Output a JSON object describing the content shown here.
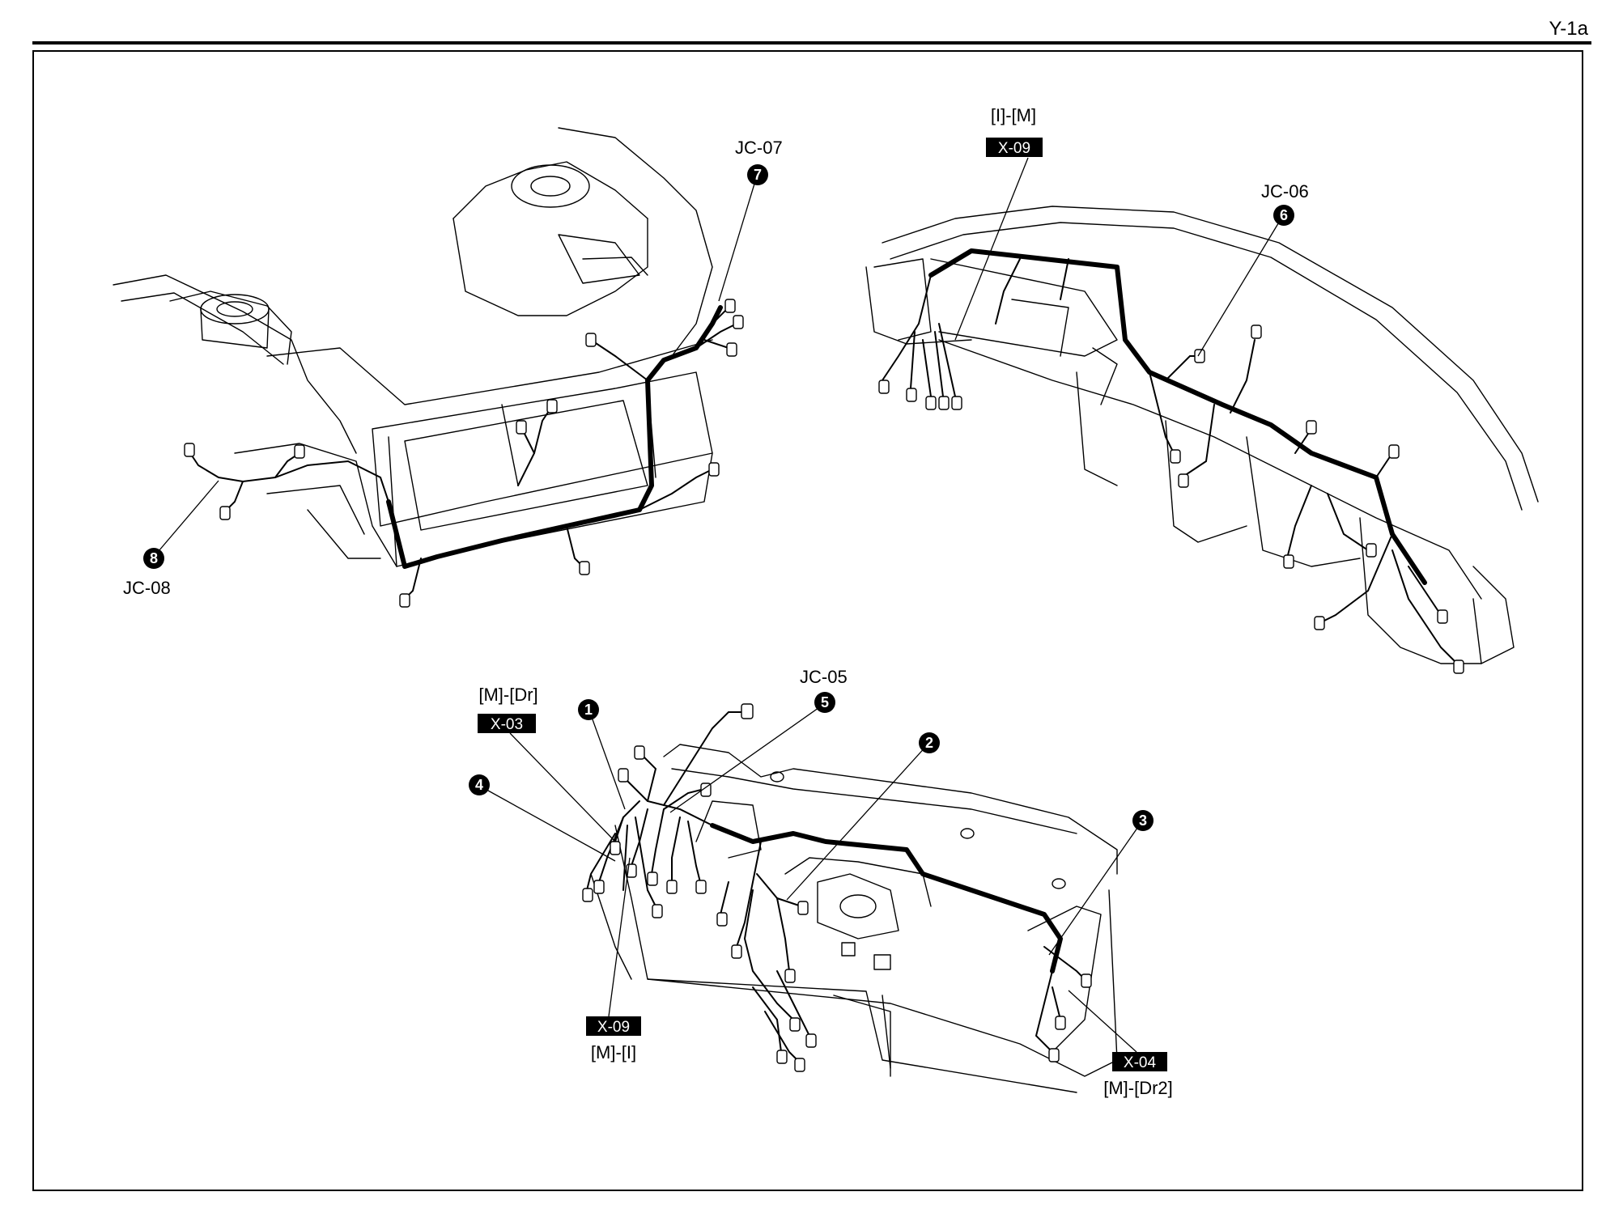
{
  "page": {
    "id": "Y-1a"
  },
  "labels": {
    "jc07": "JC-07",
    "jc08": "JC-08",
    "jc06": "JC-06",
    "jc05": "JC-05",
    "x09_top_route": "[I]-[M]",
    "x03_route": "[M]-[Dr]",
    "x09_bottom_route": "[M]-[I]",
    "x04_route": "[M]-[Dr2]"
  },
  "connector_tags": {
    "x09_top": "X-09",
    "x03": "X-03",
    "x09_bottom": "X-09",
    "x04": "X-04"
  },
  "callouts": {
    "n1": "1",
    "n2": "2",
    "n3": "3",
    "n4": "4",
    "n5": "5",
    "n6": "6",
    "n7": "7",
    "n8": "8"
  }
}
